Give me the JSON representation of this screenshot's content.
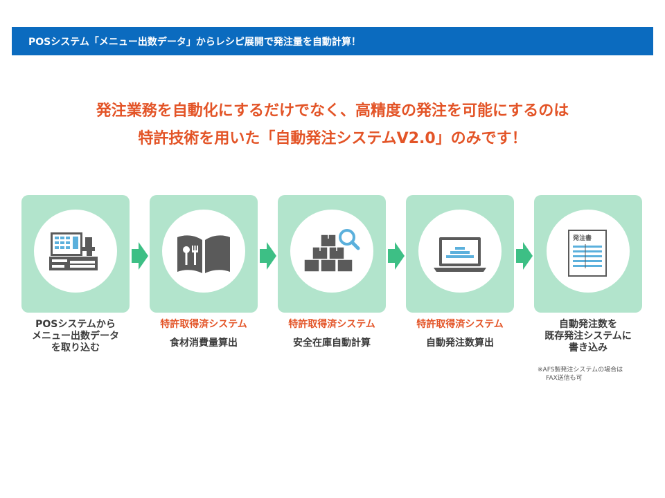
{
  "banner": {
    "title": "POSシステム「メニュー出数データ」からレシピ展開で発注量を自動計算！"
  },
  "headline": {
    "line1": "発注業務を自動化にするだけでなく、高精度の発注を可能にするのは",
    "line2": "特許技術を用いた「自動発注システムV2.0」のみです！"
  },
  "steps": [
    {
      "icon": "pos-register-icon",
      "highlight": "",
      "lines": [
        "POSシステムから",
        "メニュー出数データ",
        "を取り込む"
      ]
    },
    {
      "icon": "recipe-book-icon",
      "highlight": "特許取得済システム",
      "lines": [
        "食材消費量算出"
      ]
    },
    {
      "icon": "inventory-boxes-icon",
      "highlight": "特許取得済システム",
      "lines": [
        "安全在庫自動計算"
      ]
    },
    {
      "icon": "laptop-chart-icon",
      "highlight": "特許取得済システム",
      "lines": [
        "自動発注数算出"
      ]
    },
    {
      "icon": "order-sheet-icon",
      "highlight": "",
      "lines": [
        "自動発注数を",
        "既存発注システムに",
        "書き込み"
      ]
    }
  ],
  "order_sheet_title": "発注書",
  "note": {
    "line1": "※AFS製発注システムの場合は",
    "line2": "FAX送信も可"
  },
  "colors": {
    "banner": "#0b6bbf",
    "accent": "#e35427",
    "card": "#b2e4cc",
    "arrow": "#3dbf85",
    "icon": "#5a5a5a",
    "icon_accent": "#5bb0dc"
  }
}
